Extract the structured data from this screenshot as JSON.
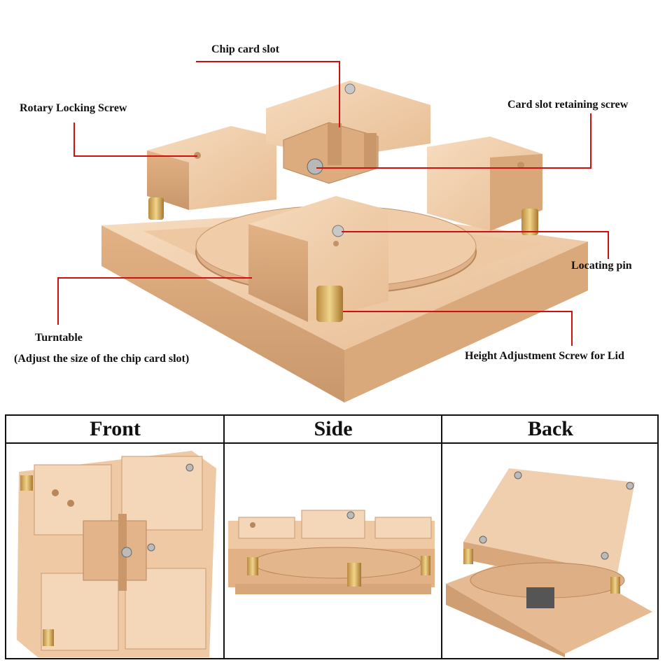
{
  "callouts": {
    "chip_card_slot": "Chip card slot",
    "rotary_locking_screw": "Rotary Locking Screw",
    "card_slot_retaining_screw": "Card slot retaining screw",
    "locating_pin": "Locating pin",
    "turntable": "Turntable",
    "turntable_note": "(Adjust the size of the chip card slot)",
    "height_adjustment_screw": "Height Adjustment Screw for Lid"
  },
  "views": {
    "front": "Front",
    "side": "Side",
    "back": "Back"
  },
  "colors": {
    "callout_line": "#d01010",
    "metal_light": "#f3d2b0",
    "metal_mid": "#e6b88f",
    "metal_dark": "#c99a70"
  }
}
